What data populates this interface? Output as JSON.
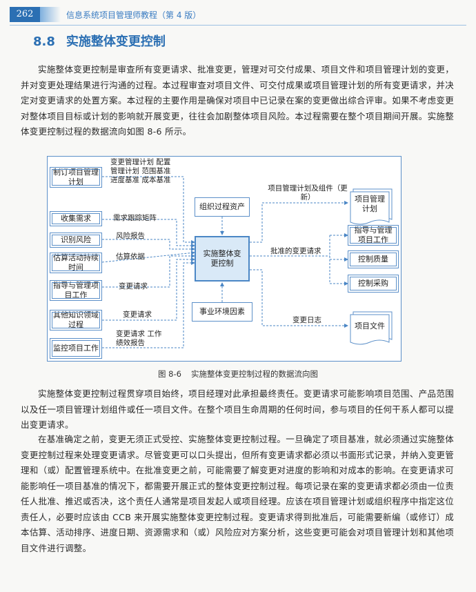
{
  "header": {
    "page_number": "262",
    "book_title": "信息系统项目管理师教程（第 4 版）"
  },
  "section": {
    "number": "8.8",
    "title": "实施整体变更控制"
  },
  "paragraphs": {
    "p1": "实施整体变更控制是审查所有变更请求、批准变更，管理对可交付成果、项目文件和项目管理计划的变更，并对变更处理结果进行沟通的过程。本过程审查对项目文件、可交付成果或项目管理计划的所有变更请求，并决定对变更请求的处置方案。本过程的主要作用是确保对项目中已记录在案的变更做出综合评审。如果不考虑变更对整体项目目标或计划的影响就开展变更，往往会加剧整体项目风险。本过程需要在整个项目期间开展。实施整体变更控制过程的数据流向如图 8-6 所示。",
    "p2": "实施整体变更控制过程贯穿项目始终，项目经理对此承担最终责任。变更请求可能影响项目范围、产品范围以及任一项目管理计划组件或任一项目文件。在整个项目生命周期的任何时间，参与项目的任何干系人都可以提出变更请求。",
    "p3": "在基准确定之前，变更无须正式受控、实施整体变更控制过程。一旦确定了项目基准，就必须通过实施整体变更控制过程来处理变更请求。尽管变更可以口头提出，但所有变更请求都必须以书面形式记录，并纳入变更管理和（或）配置管理系统中。在批准变更之前，可能需要了解变更对进度的影响和对成本的影响。在变更请求可能影响任一项目基准的情况下，都需要开展正式的整体变更控制过程。每项记录在案的变更请求都必须由一位责任人批准、推迟或否决，这个责任人通常是项目发起人或项目经理。应该在项目管理计划或组织程序中指定这位责任人，必要时应该由 CCB 来开展实施整体变更控制过程。变更请求得到批准后，可能需要新编（或修订）成本估算、活动排序、进度日期、资源需求和（或）风险应对方案分析，这些变更可能会对项目管理计划和其他项目文件进行调整。"
  },
  "figure": {
    "number": "图 8-6",
    "caption": "实施整体变更控制过程的数据流向图",
    "center_process": "实施整体变更控制",
    "sources": [
      {
        "name": "制订项目管理计划",
        "outputs": "变更管理计划 配置管理计划 范围基准 进度基准 成本基准"
      },
      {
        "name": "收集需求",
        "outputs": "需求跟踪矩阵"
      },
      {
        "name": "识别风险",
        "outputs": "风险报告"
      },
      {
        "name": "估算活动持续时间",
        "outputs": "估算依据"
      },
      {
        "name": "指导与管理项目工作",
        "outputs": "变更请求"
      },
      {
        "name": "其他知识领域过程",
        "outputs": "变更请求"
      },
      {
        "name": "监控项目工作",
        "outputs": "变更请求 工作绩效报告"
      }
    ],
    "environment": [
      "组织过程资产",
      "事业环境因素"
    ],
    "targets": [
      {
        "name": "项目管理计划",
        "flow": "项目管理计划及组件（更新）"
      },
      {
        "name": "指导与管理项目工作",
        "flow": "批准的变更请求"
      },
      {
        "name": "控制质量",
        "flow": "批准的变更请求"
      },
      {
        "name": "控制采购",
        "flow": "批准的变更请求"
      },
      {
        "name": "项目文件",
        "flow": "变更日志"
      }
    ]
  }
}
